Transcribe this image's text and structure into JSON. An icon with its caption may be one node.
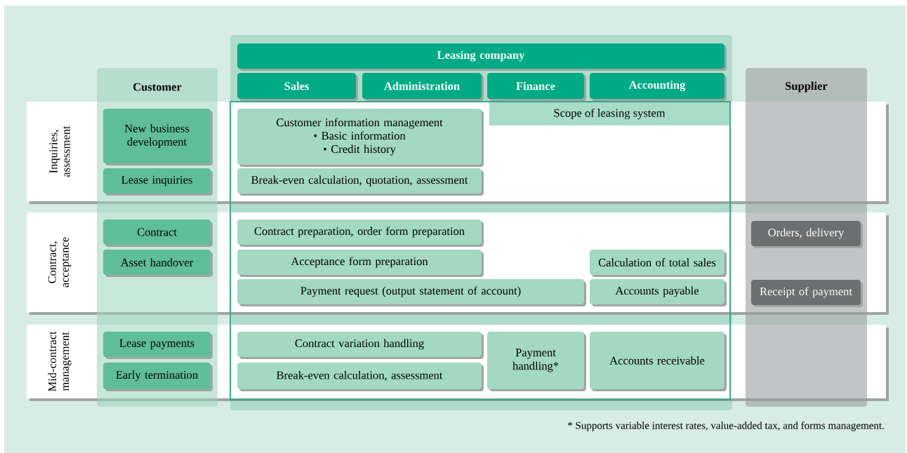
{
  "diagram": {
    "nodes": [
      {
        "text": [
          "Leasing company"
        ]
      },
      {
        "text": [
          "Customer"
        ]
      },
      {
        "text": [
          "Sales"
        ]
      },
      {
        "text": [
          "Administration"
        ]
      },
      {
        "text": [
          "Finance"
        ]
      },
      {
        "text": [
          "Accounting"
        ]
      },
      {
        "text": [
          "Supplier"
        ]
      },
      {
        "text": [
          "Inquiries, assessment"
        ]
      },
      {
        "text": [
          "New business development"
        ]
      },
      {
        "text": [
          "Lease inquiries"
        ]
      },
      {
        "text": [
          "Scope of leasing system"
        ],
        "in": 7
      },
      {
        "text": [
          "Customer information management",
          "• Basic information",
          "• Credit history"
        ],
        "in": 7
      },
      {
        "text": [
          "Break-even calculation, quotation, assessment"
        ],
        "in": 7
      },
      {
        "text": [
          "Contract, acceptance"
        ]
      },
      {
        "text": [
          "Contract"
        ]
      },
      {
        "text": [
          "Asset handover"
        ]
      },
      {
        "text": [
          "Contract preparation, order form preparation"
        ],
        "in": 13
      },
      {
        "text": [
          "Orders, delivery"
        ]
      },
      {
        "text": [
          "Acceptance form preparation"
        ],
        "in": 13
      },
      {
        "text": [
          "Calculation of total sales"
        ],
        "in": 13
      },
      {
        "text": [
          "Payment request (output statement of account)"
        ],
        "in": 13
      },
      {
        "text": [
          "Accounts payable"
        ],
        "in": 13
      },
      {
        "text": [
          "Receipt of payment"
        ]
      },
      {
        "text": [
          "Mid-contract management"
        ]
      },
      {
        "text": [
          "Lease payments"
        ]
      },
      {
        "text": [
          "Early termination"
        ]
      },
      {
        "text": [
          "Contract variation handling"
        ],
        "in": 23
      },
      {
        "text": [
          "Payment handling*"
        ],
        "in": 23
      },
      {
        "text": [
          "Accounts receivable"
        ],
        "in": 23
      },
      {
        "text": [
          "Break-even calculation, assessment"
        ],
        "in": 23
      }
    ],
    "labels": [
      "* Supports variable interest rates, value-added tax, and forms management."
    ]
  }
}
